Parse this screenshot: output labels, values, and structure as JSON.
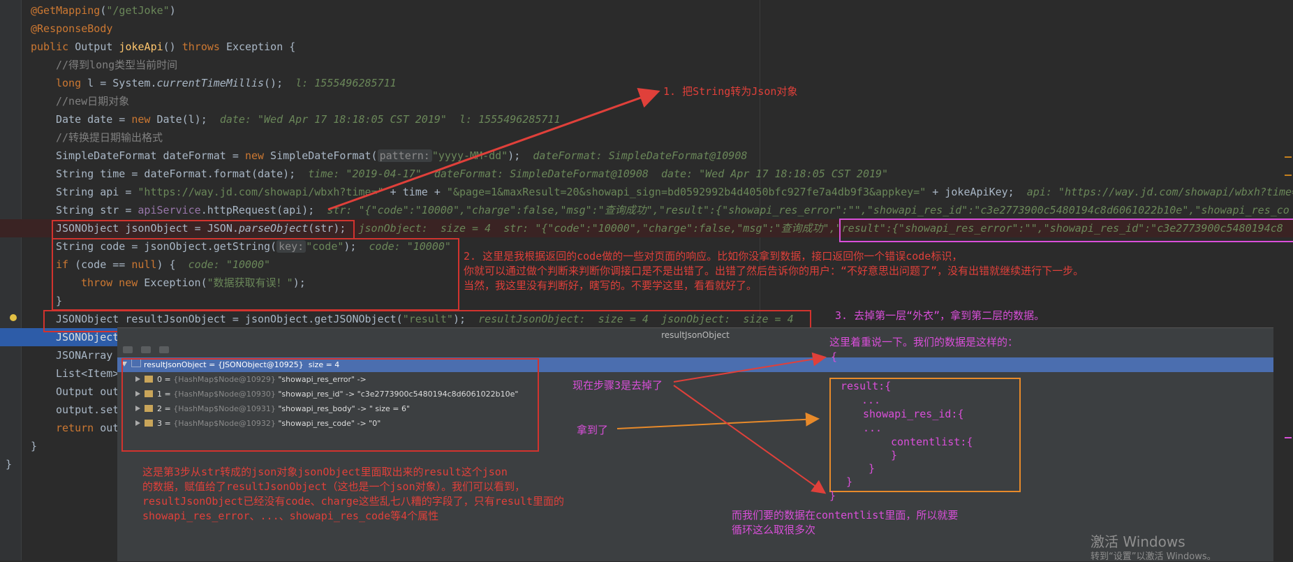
{
  "code": {
    "line1": {
      "ann": "@GetMapping",
      "p1": "(",
      "str": "\"/getJoke\"",
      "p2": ")"
    },
    "line2": {
      "ann": "@ResponseBody"
    },
    "line3": {
      "kw1": "public",
      "t1": " Output ",
      "fn": "jokeApi",
      "t2": "() ",
      "kw2": "throws",
      "t3": " Exception {"
    },
    "line4": {
      "cmt": "//得到long类型当前时间"
    },
    "line5": {
      "kw": "long",
      "t1": " l = System.",
      "fn": "currentTimeMillis",
      "t2": "();  ",
      "hint": "l: 1555496285711"
    },
    "line6": {
      "cmt": "//new日期对象"
    },
    "line7": {
      "t1": "Date date = ",
      "kw": "new",
      "t2": " Date(l);  ",
      "hint": "date: \"Wed Apr 17 18:18:05 CST 2019\"  l: 1555496285711"
    },
    "line8": {
      "cmt": "//转换提日期输出格式"
    },
    "line9": {
      "t1": "SimpleDateFormat dateFormat = ",
      "kw": "new",
      "t2": " SimpleDateFormat(",
      "param": "pattern:",
      "str": "\"yyyy-MM-dd\"",
      "t3": ");  ",
      "hint": "dateFormat: SimpleDateFormat@10908"
    },
    "line10": {
      "t1": "String time = dateFormat.format(date);  ",
      "hint": "time: \"2019-04-17\"  dateFormat: SimpleDateFormat@10908  date: \"Wed Apr 17 18:18:05 CST 2019\""
    },
    "line11": {
      "t1": "String api = ",
      "str1": "\"https://way.jd.com/showapi/wbxh?time=\"",
      "t2": " + time + ",
      "str2": "\"&page=1&maxResult=20&showapi_sign=bd0592992b4d4050bfc927fe7a4db9f3&appkey=\"",
      "t3": " + jokeApiKey;  ",
      "hint": "api: \"https://way.jd.com/showapi/wbxh?time="
    },
    "line12": {
      "t1": "String str = ",
      "purple": "apiService",
      "t2": ".httpRequest(api);  ",
      "hint": "str: \"{\"code\":\"10000\",\"charge\":false,\"msg\":\"查询成功\",\"result\":{\"showapi_res_error\":\"\",\"showapi_res_id\":\"c3e2773900c5480194c8d6061022b10e\",\"showapi_res_co"
    },
    "line13": {
      "t1": "JSONObject jsonObject = JSON.",
      "fn": "parseObject",
      "t2": "(str);  ",
      "hint": "jsonObject:  size = 4  str: \"{\"code\":\"10000\",\"charge\":false,\"msg\":\"查询成功\",\"result\":{\"showapi_res_error\":\"\",\"showapi_res_id\":\"c3e2773900c5480194c8"
    },
    "line14": {
      "t1": "String code = jsonObject.getString(",
      "param": "key:",
      "str": "\"code\"",
      "t2": ");  ",
      "hint": "code: \"10000\""
    },
    "line15": {
      "kw": "if",
      "t1": " (code == ",
      "kw2": "null",
      "t2": ") {  ",
      "hint": "code: \"10000\""
    },
    "line16": {
      "kw1": "throw",
      "kw2": " new",
      "t1": " Exception(",
      "str": "\"数据获取有误！\"",
      "t2": ");"
    },
    "line17": {
      "t1": "}"
    },
    "line18": {
      "t1": "JSONObject resultJsonObject = jsonObject.getJSONObject(",
      "str": "\"result\"",
      "t2": ");  ",
      "hint": "resultJsonObject:  size = 4  jsonObject:  size = 4"
    },
    "line19": {
      "t1": "JSONObject"
    },
    "line20": {
      "t1": "JSONArray"
    },
    "line21": {
      "t1": "List<Item>"
    },
    "line22": {
      "t1": "Output out"
    },
    "line23": {
      "t1": "output.set"
    },
    "line24": {
      "kw": "return",
      "t1": " out"
    },
    "line25": {
      "t1": "}"
    },
    "line26": {
      "t1": "}"
    }
  },
  "debugger": {
    "title": "resultJsonObject",
    "root": {
      "label": "resultJsonObject = {JSONObject@10925}  size = 4"
    },
    "entries": [
      {
        "idx": "0 = ",
        "type": "{HashMap$Node@10929}",
        "value": " \"showapi_res_error\" -> "
      },
      {
        "idx": "1 = ",
        "type": "{HashMap$Node@10930}",
        "value": " \"showapi_res_id\" -> \"c3e2773900c5480194c8d6061022b10e\""
      },
      {
        "idx": "2 = ",
        "type": "{HashMap$Node@10931}",
        "value": " \"showapi_res_body\" -> \" size = 6\""
      },
      {
        "idx": "3 = ",
        "type": "{HashMap$Node@10932}",
        "value": " \"showapi_res_code\" -> \"0\""
      }
    ]
  },
  "annotations": {
    "step1": "1. 把String转为Json对象",
    "step2": "2. 这里是我根据返回的code做的一些对页面的响应。比如你没拿到数据，接口返回你一个错误code标识，\n你就可以通过做个判断来判断你调接口是不是出错了。出错了然后告诉你的用户：“不好意思出问题了”，没有出错就继续进行下一步。\n当然，我这里没有判断好，瞎写的。不要学这里，看看就好了。",
    "step3": "3. 去掉第一层“外衣”，拿到第二层的数据。",
    "explain": "这是第3步从str转成的json对象jsonObject里面取出来的result这个json\n的数据，赋值给了resultJsonObject（这也是一个json对象）。我们可以看到，\nresultJsonObject已经没有code、charge这些乱七八糟的字段了，只有result里面的\nshowapi_res_error、...、showapi_res_code等4个属性",
    "focus": "这里着重说一下。我们的数据是这样的：",
    "removed": "现在步骤3是去掉了",
    "got": "拿到了",
    "loop": "而我们要的数据在contentlist里面，所以就要\n循环这么取很多次",
    "json_open": "{",
    "json_l1": "result:{",
    "json_l2": "...",
    "json_l3": "showapi_res_id:{",
    "json_l4": "...",
    "json_l5": "contentlist:{",
    "json_l6": "}",
    "json_l7": "}",
    "json_l8": "}",
    "json_close": "}"
  },
  "watermark": {
    "title": "激活 Windows",
    "sub": "转到“设置”以激活 Windows。"
  },
  "colors": {
    "red": "#d2332e",
    "orange": "#e88a2a",
    "pink": "#d94fd9",
    "highlight": "#2d5ca8"
  }
}
